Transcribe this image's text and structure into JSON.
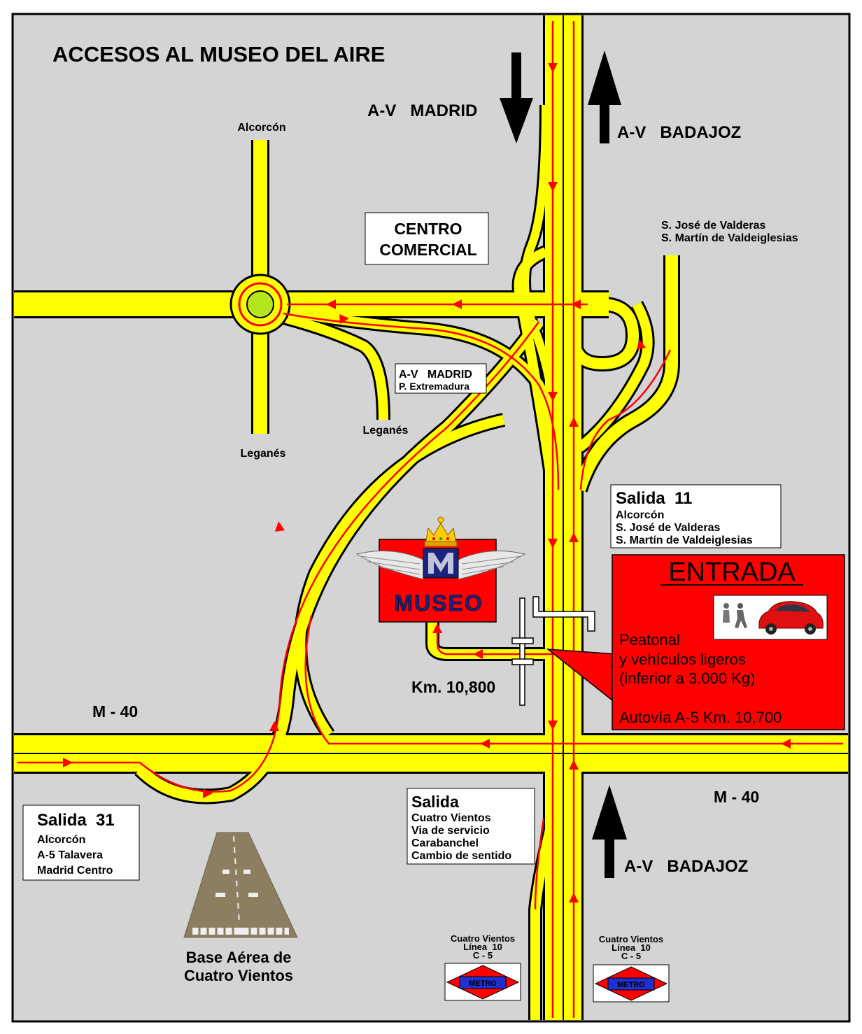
{
  "title": "ACCESOS AL MUSEO DEL AIRE",
  "directions": {
    "madrid_top": "A-V   MADRID",
    "badajoz_top": "A-V   BADAJOZ",
    "badajoz_bottom": "A-V   BADAJOZ"
  },
  "places": {
    "alcorcon": "Alcorcón",
    "leganes_left": "Leganés",
    "leganes_mid": "Leganés",
    "sjose_line1": "S. José de Valderas",
    "sjose_line2": "S. Martín de Valdeiglesias"
  },
  "centro_comercial": {
    "line1": "CENTRO",
    "line2": "COMERCIAL"
  },
  "av_madrid_box": {
    "line1": "A-V   MADRID",
    "line2": "P. Extremadura"
  },
  "salida11": {
    "title": "Salida  11",
    "lines": [
      "Alcorcón",
      "S. José de Valderas",
      "S. Martín de Valdeiglesias"
    ]
  },
  "entrada": {
    "title": "ENTRADA",
    "line1": "Peatonal",
    "line2": "y vehículos ligeros",
    "line3": "(inferior a 3.000 Kg)",
    "line4": "Autovía A-5 Km. 10,700"
  },
  "museo_label": "MUSEO",
  "km_label": "Km. 10,800",
  "m40_left": "M - 40",
  "m40_right": "M - 40",
  "salida31": {
    "title": "Salida  31",
    "lines": [
      "Alcorcón",
      "A-5 Talavera",
      "Madrid Centro"
    ]
  },
  "salida": {
    "title": "Salida",
    "lines": [
      "Cuatro Vientos",
      "Via de servicio",
      "Carabanchel",
      "Cambio de sentido"
    ]
  },
  "base_aerea": {
    "line1": "Base Aérea de",
    "line2": "Cuatro Vientos"
  },
  "metro_left": {
    "lines": [
      "Cuatro Vientos",
      "Línea  10",
      "C - 5"
    ],
    "logo": "METRO"
  },
  "metro_right": {
    "lines": [
      "Cuatro Vientos",
      "Línea  10",
      "C - 5"
    ],
    "logo": "METRO"
  },
  "colors": {
    "background": "#d4d4d4",
    "road": "#ffff00",
    "route": "#ff0000",
    "roundabout_center": "#b5e61d",
    "entrada_box": "#ff0000",
    "metro_blue": "#1f2fd0",
    "museo_blue": "#1a237e"
  }
}
